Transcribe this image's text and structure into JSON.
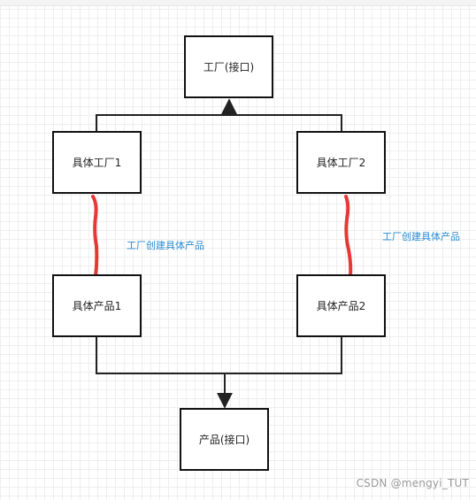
{
  "diagram": {
    "nodes": {
      "factory_interface": "工厂(接口)",
      "concrete_factory_1": "具体工厂1",
      "concrete_factory_2": "具体工厂2",
      "concrete_product_1": "具体产品1",
      "concrete_product_2": "具体产品2",
      "product_interface": "产品(接口)"
    },
    "annotations": {
      "left": "工厂创建具体产品",
      "right": "工厂创建具体产品"
    },
    "colors": {
      "box_border": "#111111",
      "connector": "#222222",
      "creation_link": "#e53935",
      "annotation_text": "#2a8bd0"
    }
  },
  "watermark": "CSDN @mengyi_TUT"
}
